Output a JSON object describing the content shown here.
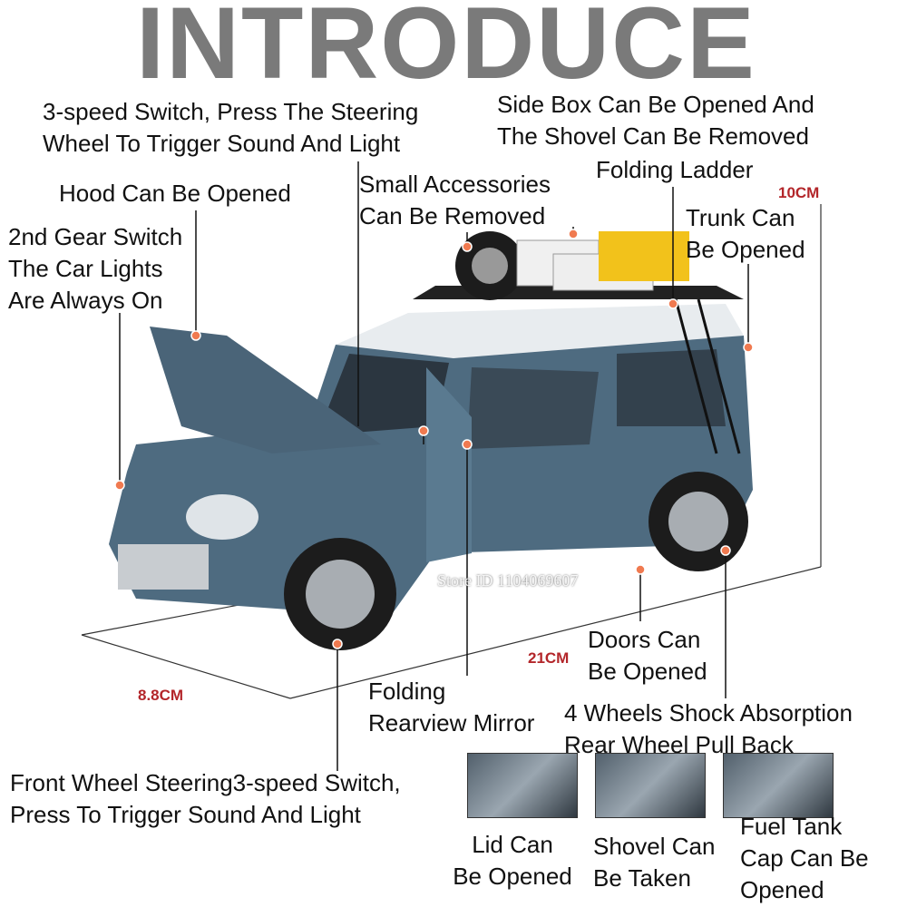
{
  "title": "INTRODUCE",
  "labels": {
    "speed_switch_steering": [
      "3-speed Switch, Press The Steering",
      "Wheel To Trigger Sound And Light"
    ],
    "side_box": [
      "Side Box Can Be Opened And",
      "The Shovel Can Be Removed"
    ],
    "folding_ladder": "Folding Ladder",
    "hood": "Hood Can Be Opened",
    "small_accessories": [
      "Small Accessories",
      "Can Be Removed"
    ],
    "trunk": [
      "Trunk Can",
      "Be Opened"
    ],
    "gear_switch": [
      "2nd Gear Switch",
      "The Car Lights",
      "Are Always On"
    ],
    "doors": [
      "Doors Can",
      "Be Opened"
    ],
    "folding_mirror": [
      "Folding",
      "Rearview Mirror"
    ],
    "wheels": [
      "4 Wheels Shock Absorption",
      "Rear Wheel Pull Back"
    ],
    "front_wheel": [
      "Front Wheel Steering3-speed Switch,",
      "Press To Trigger Sound And Light"
    ],
    "lid": [
      "Lid Can",
      "Be Opened"
    ],
    "shovel": [
      "Shovel Can",
      "Be Taken"
    ],
    "fuel": [
      "Fuel Tank",
      "Cap Can Be",
      "Opened"
    ]
  },
  "dimensions": {
    "height": "10CM",
    "length": "21CM",
    "width": "8.8CM"
  },
  "watermark": "Store ID 1104069607",
  "colors": {
    "title": "#7a7a7a",
    "dimension": "#b3262a",
    "dot": "#f07a50",
    "car_body": "#4e6b80",
    "roof": "#e8ecef"
  }
}
